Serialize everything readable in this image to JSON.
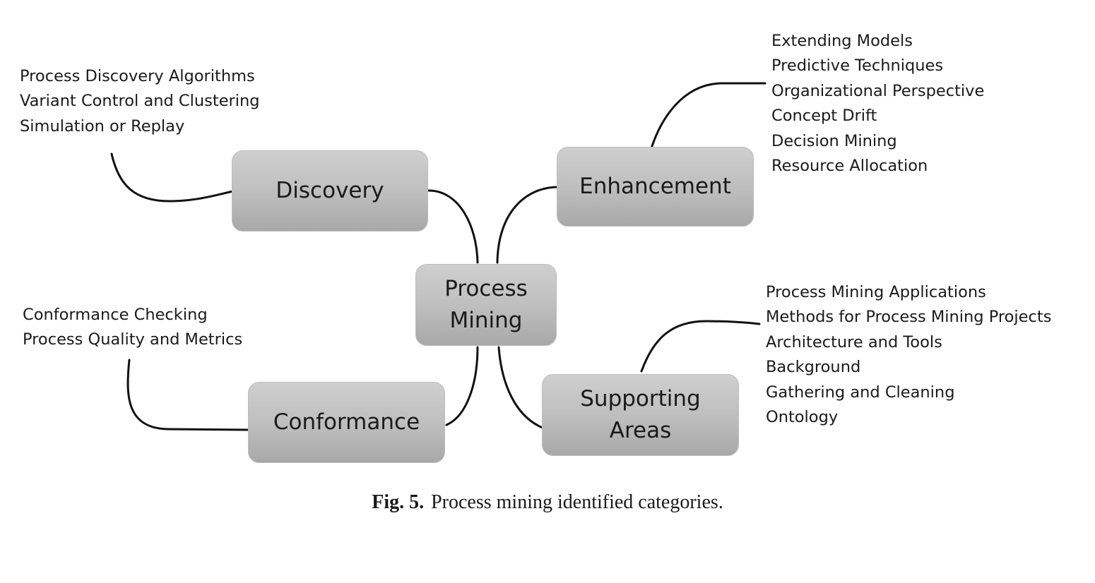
{
  "diagram": {
    "center": {
      "line1": "Process",
      "line2": "Mining"
    },
    "discovery": {
      "label": "Discovery",
      "items": [
        "Process Discovery Algorithms",
        "Variant Control and Clustering",
        "Simulation or Replay"
      ]
    },
    "enhancement": {
      "label": "Enhancement",
      "items": [
        "Extending Models",
        "Predictive Techniques",
        "Organizational Perspective",
        "Concept Drift",
        "Decision Mining",
        "Resource Allocation"
      ]
    },
    "conformance": {
      "label": "Conformance",
      "items": [
        "Conformance Checking",
        "Process Quality and Metrics"
      ]
    },
    "supporting": {
      "line1": "Supporting",
      "line2": "Areas",
      "items": [
        "Process Mining Applications",
        "Methods for Process Mining Projects",
        "Architecture and Tools",
        "Background",
        "Gathering and Cleaning",
        "Ontology"
      ]
    }
  },
  "caption": {
    "label": "Fig. 5.",
    "text": "Process mining identified categories."
  }
}
